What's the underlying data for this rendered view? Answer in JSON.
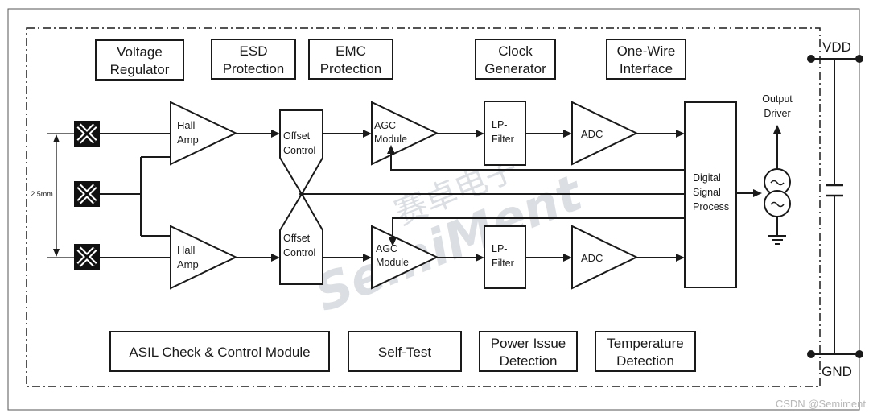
{
  "top_blocks": {
    "voltage_regulator": [
      "Voltage",
      "Regulator"
    ],
    "esd_protection": [
      "ESD",
      "Protection"
    ],
    "emc_protection": [
      "EMC",
      "Protection"
    ],
    "clock_generator": [
      "Clock",
      "Generator"
    ],
    "one_wire_interface": [
      "One-Wire",
      "Interface"
    ]
  },
  "signal_chain": {
    "hall_amp": [
      "Hall",
      "Amp"
    ],
    "offset_control": [
      "Offset",
      "Control"
    ],
    "agc_module": [
      "AGC",
      "Module"
    ],
    "lp_filter": [
      "LP-",
      "Filter"
    ],
    "adc": "ADC",
    "dsp": [
      "Digital",
      "Signal",
      "Process"
    ]
  },
  "output": {
    "driver": [
      "Output",
      "Driver"
    ],
    "vdd": "VDD",
    "gnd": "GND"
  },
  "dimension_label": "2.5mm",
  "bottom_blocks": {
    "asil": "ASIL Check & Control Module",
    "self_test": "Self-Test",
    "power_issue": [
      "Power Issue",
      "Detection"
    ],
    "temperature": [
      "Temperature",
      "Detection"
    ]
  },
  "watermark": {
    "chinese": "赛卓电子",
    "brand": "SemiMent",
    "footer": "CSDN @Semiment"
  }
}
